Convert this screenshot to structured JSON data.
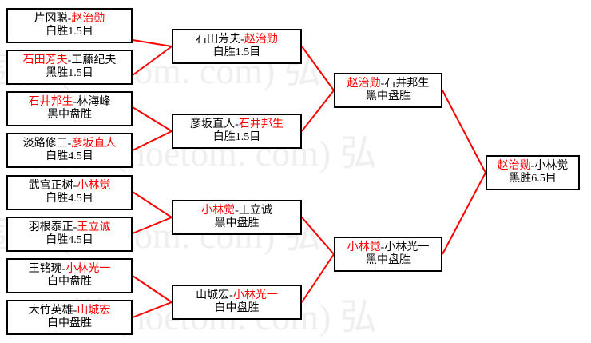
{
  "meta": {
    "title": "Go Tournament Bracket",
    "winner_color": "#ff0000",
    "loser_color": "#000000",
    "box_border_color": "#000000",
    "connector_color": "#ff0000",
    "background_color": "#ffffff",
    "watermark_color": "#f0eeee"
  },
  "watermark": {
    "lines": [
      "围棋 (hoetom. com)  弘",
      "围棋 (hoetom. com)  弘",
      "围棋 (hoetom. com)  弘",
      "围棋 (hoetom. com)  弘"
    ],
    "text": "围棋 (hoetom. com)  弘"
  },
  "rounds": [
    {
      "name": "round-1",
      "matches": [
        {
          "id": "r1m1",
          "left": "片冈聪",
          "dash": "-",
          "right": "赵治勋",
          "winner": "right",
          "result": "白胜1.5目"
        },
        {
          "id": "r1m2",
          "left": "石田芳夫",
          "dash": "-",
          "right": "工藤纪夫",
          "winner": "left",
          "result": "黑胜1.5目"
        },
        {
          "id": "r1m3",
          "left": "石井邦生",
          "dash": "-",
          "right": "林海峰",
          "winner": "left",
          "result": "黑中盘胜"
        },
        {
          "id": "r1m4",
          "left": "淡路修三",
          "dash": "-",
          "right": "彦坂直人",
          "winner": "right",
          "result": "白胜4.5目"
        },
        {
          "id": "r1m5",
          "left": "武宫正树",
          "dash": "-",
          "right": "小林觉",
          "winner": "right",
          "result": "白胜4.5目"
        },
        {
          "id": "r1m6",
          "left": "羽根泰正",
          "dash": "-",
          "right": "王立诚",
          "winner": "right",
          "result": "白胜4.5目"
        },
        {
          "id": "r1m7",
          "left": "王铭琬",
          "dash": "-",
          "right": "小林光一",
          "winner": "right",
          "result": "白中盘胜"
        },
        {
          "id": "r1m8",
          "left": "大竹英雄",
          "dash": "-",
          "right": "山城宏",
          "winner": "right",
          "result": "白中盘胜"
        }
      ]
    },
    {
      "name": "round-2",
      "matches": [
        {
          "id": "r2m1",
          "left": "石田芳夫",
          "dash": "-",
          "right": "赵治勋",
          "winner": "right",
          "result": "白胜1.5目"
        },
        {
          "id": "r2m2",
          "left": "彦坂直人",
          "dash": "-",
          "right": "石井邦生",
          "winner": "right",
          "result": "白胜1.5目"
        },
        {
          "id": "r2m3",
          "left": "小林觉",
          "dash": "-",
          "right": "王立诚",
          "winner": "left",
          "result": "黑中盘胜"
        },
        {
          "id": "r2m4",
          "left": "山城宏",
          "dash": "-",
          "right": "小林光一",
          "winner": "right",
          "result": "白中盘胜"
        }
      ]
    },
    {
      "name": "semifinal",
      "matches": [
        {
          "id": "r3m1",
          "left": "赵治勋",
          "dash": "-",
          "right": "石井邦生",
          "winner": "left",
          "result": "黑中盘胜"
        },
        {
          "id": "r3m2",
          "left": "小林觉",
          "dash": "-",
          "right": "小林光一",
          "winner": "left",
          "result": "黑中盘胜"
        }
      ]
    },
    {
      "name": "final",
      "matches": [
        {
          "id": "r4m1",
          "left": "赵治勋",
          "dash": "-",
          "right": "小林觉",
          "winner": "left",
          "result": "黑胜6.5目"
        }
      ]
    }
  ]
}
